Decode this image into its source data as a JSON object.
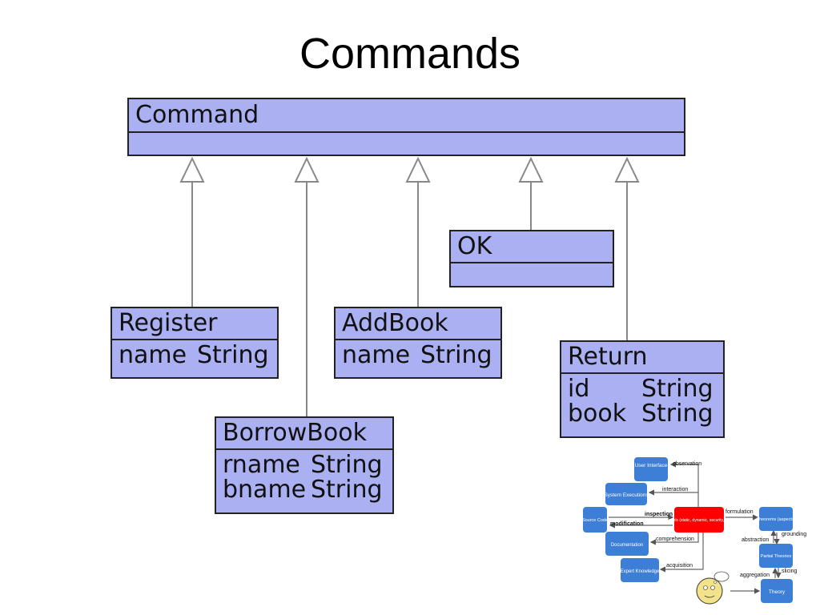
{
  "slide": {
    "title": "Commands"
  },
  "uml": {
    "parent": {
      "name": "Command"
    },
    "classes": {
      "register": {
        "name": "Register",
        "attrs": [
          {
            "name": "name",
            "type": "String"
          }
        ]
      },
      "addbook": {
        "name": "AddBook",
        "attrs": [
          {
            "name": "name",
            "type": "String"
          }
        ]
      },
      "ok": {
        "name": "OK",
        "attrs": []
      },
      "ret": {
        "name": "Return",
        "attrs": [
          {
            "name": "id",
            "type": "String"
          },
          {
            "name": "book",
            "type": "String"
          }
        ]
      },
      "borrowbook": {
        "name": "BorrowBook",
        "attrs": [
          {
            "name": "rname",
            "type": "String"
          },
          {
            "name": "bname",
            "type": "String"
          }
        ]
      }
    }
  },
  "mini_diagram": {
    "nodes": {
      "user_interface": "User Interface",
      "system_executions": "System Executions",
      "source_code": "Source Code",
      "models": "Models (static, dynamic, security, etc.)",
      "documentation": "Documentation",
      "expert_knowledge": "Expert Knowledge",
      "theorems": "Theorems (aspects)",
      "partial_theories": "Partial Theories",
      "theory": "Theory"
    },
    "edges": {
      "observation": "observation",
      "interaction": "interaction",
      "inspection": "inspection",
      "modification": "modification",
      "comprehension": "comprehension",
      "acquisition": "acquisition",
      "formulation": "formulation",
      "grounding": "grounding",
      "abstraction": "abstraction",
      "slicing": "slicing",
      "aggregation": "aggregation"
    },
    "colors": {
      "node": "#3d7fd6",
      "models": "#ff0000"
    }
  }
}
